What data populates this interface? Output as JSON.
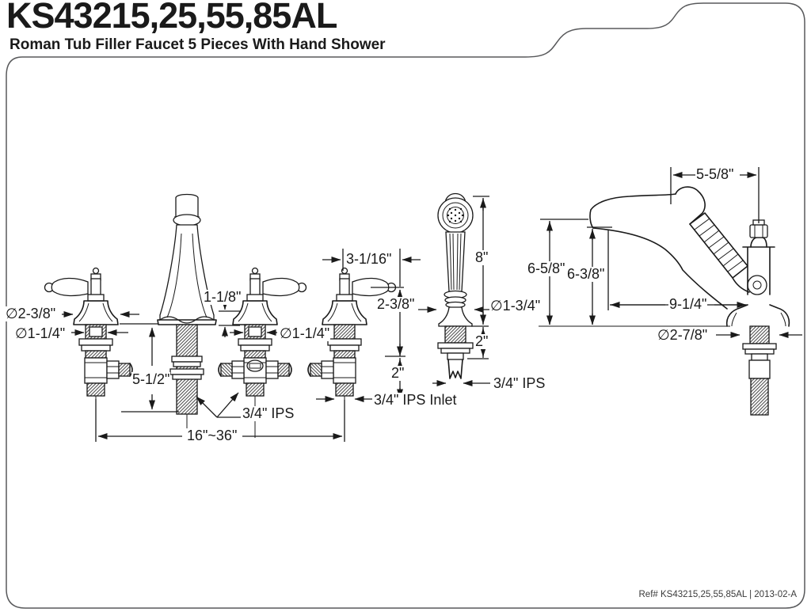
{
  "title": "KS43215,25,55,85AL",
  "subtitle": "Roman Tub Filler Faucet 5 Pieces With Hand Shower",
  "footer": {
    "reference": "Ref# KS43215,25,55,85AL | 2013-02-A"
  },
  "colors": {
    "line": "#1a1a1a",
    "border": "#58595b",
    "background": "#ffffff"
  },
  "dimensions": {
    "left_valve_bell_diameter": "∅2-3/8\"",
    "left_valve_shank_diameter": "∅1-1/4\"",
    "spout_shank_length": "5-1/2\"",
    "deck_clearance": "1-1/8\"",
    "handle_projection": "3-1/16\"",
    "mid_valve_shank_diameter": "∅1-1/4\"",
    "handle_height": "2-3/8\"",
    "valve_shank_below_deck": "2\"",
    "valve_inlet_thread": "3/4\" IPS Inlet",
    "supply_connection_thread": "3/4\" IPS",
    "faucet_spread": "16\"~36\"",
    "hand_shower_height": "8\"",
    "hand_shower_base_diameter": "∅1-3/4\"",
    "hand_shower_shank_length": "2\"",
    "hand_shower_thread": "3/4\" IPS",
    "spout_top_reach": "5-5/8\"",
    "spout_height_outer": "6-5/8\"",
    "spout_height_inner": "6-3/8\"",
    "spout_reach": "9-1/4\"",
    "spout_base_diameter": "∅2-7/8\""
  }
}
